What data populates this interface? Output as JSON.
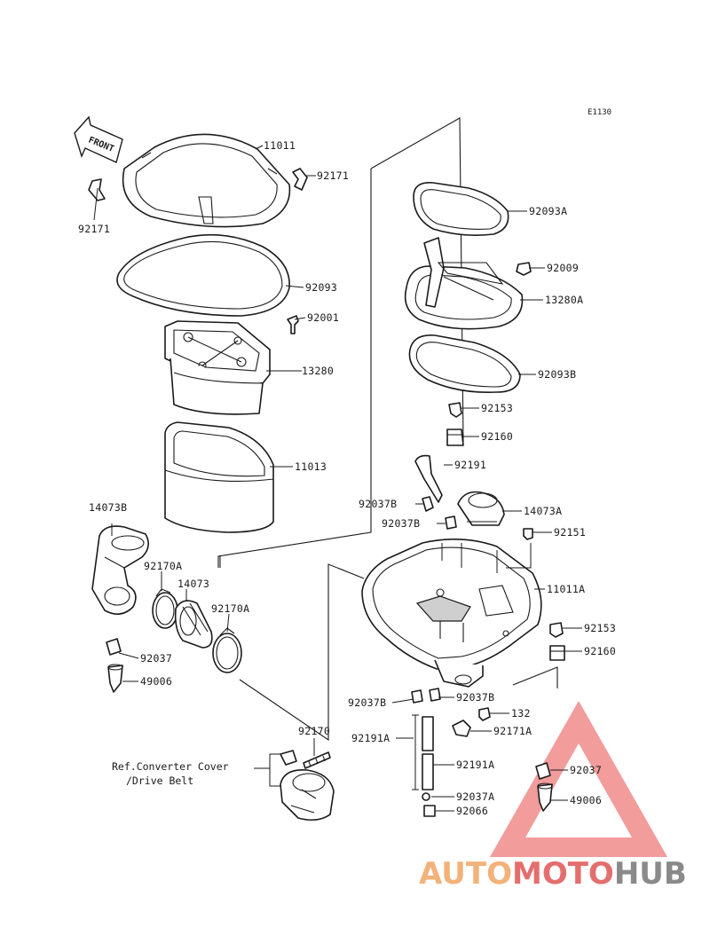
{
  "diagram": {
    "code": "E1130",
    "front_label": "FRONT",
    "reference_note_line1": "Ref.Converter Cover",
    "reference_note_line2": "/Drive Belt",
    "callouts": [
      {
        "id": "11011",
        "text": "11011"
      },
      {
        "id": "92171-r",
        "text": "92171"
      },
      {
        "id": "92171-l",
        "text": "92171"
      },
      {
        "id": "92093",
        "text": "92093"
      },
      {
        "id": "92001",
        "text": "92001"
      },
      {
        "id": "13280",
        "text": "13280"
      },
      {
        "id": "11013",
        "text": "11013"
      },
      {
        "id": "92093A",
        "text": "92093A"
      },
      {
        "id": "92009",
        "text": "92009"
      },
      {
        "id": "13280A",
        "text": "13280A"
      },
      {
        "id": "92093B",
        "text": "92093B"
      },
      {
        "id": "92153-top",
        "text": "92153"
      },
      {
        "id": "92160-top",
        "text": "92160"
      },
      {
        "id": "92191",
        "text": "92191"
      },
      {
        "id": "92037B-1",
        "text": "92037B"
      },
      {
        "id": "14073A",
        "text": "14073A"
      },
      {
        "id": "92037B-2",
        "text": "92037B"
      },
      {
        "id": "92151",
        "text": "92151"
      },
      {
        "id": "14073B",
        "text": "14073B"
      },
      {
        "id": "92170A-1",
        "text": "92170A"
      },
      {
        "id": "14073",
        "text": "14073"
      },
      {
        "id": "92170A-2",
        "text": "92170A"
      },
      {
        "id": "11011A",
        "text": "11011A"
      },
      {
        "id": "92153-mid",
        "text": "92153"
      },
      {
        "id": "92160-mid",
        "text": "92160"
      },
      {
        "id": "92037-left",
        "text": "92037"
      },
      {
        "id": "49006-left",
        "text": "49006"
      },
      {
        "id": "92037B-3",
        "text": "92037B"
      },
      {
        "id": "92037B-4",
        "text": "92037B"
      },
      {
        "id": "132",
        "text": "132"
      },
      {
        "id": "92171A",
        "text": "92171A"
      },
      {
        "id": "92170",
        "text": "92170"
      },
      {
        "id": "92191A-1",
        "text": "92191A"
      },
      {
        "id": "92191A-2",
        "text": "92191A"
      },
      {
        "id": "92037-right",
        "text": "92037"
      },
      {
        "id": "92037A",
        "text": "92037A"
      },
      {
        "id": "49006-right",
        "text": "49006"
      },
      {
        "id": "92066",
        "text": "92066"
      }
    ]
  },
  "watermark": {
    "word_part1": "AUTO",
    "word_part2": "MOTO",
    "word_part3": "HUB",
    "color_part1": "#f2b27a",
    "color_part2": "#e46e6e",
    "color_part3": "#8a8a8a",
    "triangle_color": "#e84a4a"
  },
  "icons": {
    "front_arrow": "front-arrow-icon",
    "logo": "automotohub-triangle-icon"
  }
}
